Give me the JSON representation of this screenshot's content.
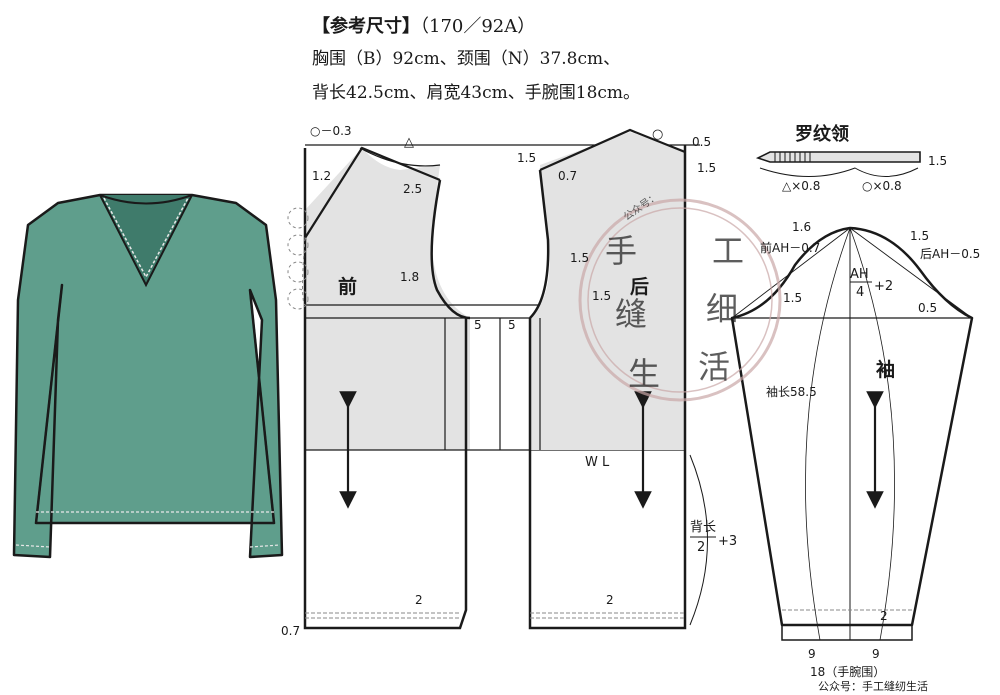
{
  "spec": {
    "heading": "【参考尺寸】",
    "size": "（170／92A）",
    "line1": "胸围（B）92cm、颈围（N）37.8cm、",
    "line2": "背长42.5cm、肩宽43cm、手腕围18cm。"
  },
  "labels": {
    "front": "前",
    "back": "后",
    "sleeve": "袖",
    "collar_title": "罗纹领",
    "waist_line": "W L",
    "sleeve_length": "袖长58.5",
    "back_length_num": "背长",
    "back_length_den": "2",
    "back_length_plus": "+3",
    "ah_num": "AH",
    "ah_den": "4",
    "ah_plus": "+2",
    "front_ah": "前AH－0.7",
    "back_ah": "后AH－0.5",
    "cuff": "18（手腕围）",
    "collar_dim_a": "△×0.8",
    "collar_dim_b": "○×0.8"
  },
  "dims": {
    "neck_drop": "○－0.3",
    "m_1_2": "1.2",
    "m_2_5": "2.5",
    "m_1_8": "1.8",
    "m_1_5_a": "1.5",
    "m_0_7": "0.7",
    "m_1_5_b": "1.5",
    "m_1_5_c": "1.5",
    "m_0_5": "0.5",
    "m_1_5_d": "1.5",
    "m_5_a": "5",
    "m_5_b": "5",
    "m_2_a": "2",
    "m_2_b": "2",
    "m_0_7_hem": "0.7",
    "collar_1_5": "1.5",
    "m_1_6": "1.6",
    "m_1_5_e": "1.5",
    "m_1_5_f": "1.5",
    "m_0_5_b": "0.5",
    "m_9_a": "9",
    "m_9_b": "9",
    "m_2_c": "2",
    "tri": "△",
    "circ": "○"
  },
  "watermark": {
    "chars": [
      "手",
      "缝",
      "生",
      "工",
      "细",
      "活"
    ],
    "small": "公众号：",
    "footer": "公众号：手工缝纫生活"
  },
  "colors": {
    "garment": "#5f9e8c",
    "garment_dark": "#3f7b6b",
    "pattern_fill": "#e3e3e3",
    "line": "#1a1a1a",
    "watermark": "#c9a7a7"
  },
  "icons": {
    "sweater": "v-neck-sweater-icon",
    "arrow": "grainline-arrow-icon"
  }
}
